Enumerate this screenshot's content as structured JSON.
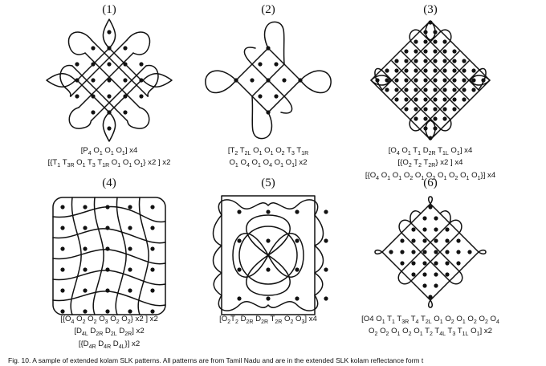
{
  "panels": [
    {
      "label": "(1)",
      "code": [
        [
          {
            "t": "[P"
          },
          {
            "s": "4"
          },
          {
            "t": " O"
          },
          {
            "s": "1"
          },
          {
            "t": " O"
          },
          {
            "s": "1"
          },
          {
            "t": " O"
          },
          {
            "s": "1"
          },
          {
            "t": "] x4"
          }
        ],
        [
          {
            "t": "[{T"
          },
          {
            "s": "1"
          },
          {
            "t": " T"
          },
          {
            "s": "3R"
          },
          {
            "t": " O"
          },
          {
            "s": "1"
          },
          {
            "t": " T"
          },
          {
            "s": "3"
          },
          {
            "t": " T"
          },
          {
            "s": "1R"
          },
          {
            "t": " O"
          },
          {
            "s": "1"
          },
          {
            "t": " O"
          },
          {
            "s": "1"
          },
          {
            "t": " O"
          },
          {
            "s": "1"
          },
          {
            "t": "} x2 ] x2"
          }
        ]
      ]
    },
    {
      "label": "(2)",
      "code": [
        [
          {
            "t": "[T"
          },
          {
            "s": "2"
          },
          {
            "t": " T"
          },
          {
            "s": "2L"
          },
          {
            "t": " O"
          },
          {
            "s": "1"
          },
          {
            "t": " O"
          },
          {
            "s": "1"
          },
          {
            "t": " O"
          },
          {
            "s": "2"
          },
          {
            "t": " T"
          },
          {
            "s": "3"
          },
          {
            "t": " T"
          },
          {
            "s": "1R"
          }
        ],
        [
          {
            "t": "O"
          },
          {
            "s": "1"
          },
          {
            "t": " O"
          },
          {
            "s": "4"
          },
          {
            "t": " O"
          },
          {
            "s": "1"
          },
          {
            "t": " O"
          },
          {
            "s": "4"
          },
          {
            "t": " O"
          },
          {
            "s": "1"
          },
          {
            "t": " O"
          },
          {
            "s": "1"
          },
          {
            "t": "] x2"
          }
        ]
      ]
    },
    {
      "label": "(3)",
      "code": [
        [
          {
            "t": "[O"
          },
          {
            "s": "4"
          },
          {
            "t": " O"
          },
          {
            "s": "1"
          },
          {
            "t": " T"
          },
          {
            "s": "1"
          },
          {
            "t": " D"
          },
          {
            "s": "2R"
          },
          {
            "t": " T"
          },
          {
            "s": "1L"
          },
          {
            "t": " O"
          },
          {
            "s": "1"
          },
          {
            "t": "] x4"
          }
        ],
        [
          {
            "t": "[{O"
          },
          {
            "s": "2"
          },
          {
            "t": " T"
          },
          {
            "s": "2"
          },
          {
            "t": " T"
          },
          {
            "s": "2R"
          },
          {
            "t": "} x2 ] x4"
          }
        ],
        [
          {
            "t": "[{O"
          },
          {
            "s": "4"
          },
          {
            "t": " O"
          },
          {
            "s": "1"
          },
          {
            "t": " O"
          },
          {
            "s": "1"
          },
          {
            "t": " O"
          },
          {
            "s": "2"
          },
          {
            "t": " O"
          },
          {
            "s": "1"
          },
          {
            "t": " O"
          },
          {
            "s": "2"
          },
          {
            "t": " O"
          },
          {
            "s": "1"
          },
          {
            "t": " O"
          },
          {
            "s": "2"
          },
          {
            "t": " O"
          },
          {
            "s": "1"
          },
          {
            "t": " O"
          },
          {
            "s": "1"
          },
          {
            "t": "}] x4"
          }
        ]
      ]
    },
    {
      "label": "(4)",
      "code": [
        [
          {
            "t": "[{O"
          },
          {
            "s": "4"
          },
          {
            "t": " O"
          },
          {
            "s": "2"
          },
          {
            "t": " O"
          },
          {
            "s": "2"
          },
          {
            "t": " O"
          },
          {
            "s": "3"
          },
          {
            "t": " O"
          },
          {
            "s": "2"
          },
          {
            "t": " O"
          },
          {
            "s": "2"
          },
          {
            "t": "} x2 ] x2"
          }
        ],
        [
          {
            "t": "[D"
          },
          {
            "s": "4L"
          },
          {
            "t": " D"
          },
          {
            "s": "2R"
          },
          {
            "t": " D"
          },
          {
            "s": "2L"
          },
          {
            "t": " D"
          },
          {
            "s": "2R"
          },
          {
            "t": "] x2"
          }
        ],
        [
          {
            "t": "[{D"
          },
          {
            "s": "4R"
          },
          {
            "t": " D"
          },
          {
            "s": "4R"
          },
          {
            "t": " D"
          },
          {
            "s": "4L"
          },
          {
            "t": "}] x2"
          }
        ]
      ]
    },
    {
      "label": "(5)",
      "code": [
        [
          {
            "t": "[O"
          },
          {
            "s": "2"
          },
          {
            "t": "T"
          },
          {
            "s": "2"
          },
          {
            "t": " D"
          },
          {
            "s": "2R"
          },
          {
            "t": " D"
          },
          {
            "s": "2R"
          },
          {
            "t": " T"
          },
          {
            "s": "2R"
          },
          {
            "t": " O"
          },
          {
            "s": "2"
          },
          {
            "t": " O"
          },
          {
            "s": "3"
          },
          {
            "t": "] x4"
          }
        ]
      ]
    },
    {
      "label": "(6)",
      "code": [
        [
          {
            "t": "[O4 O"
          },
          {
            "s": "1"
          },
          {
            "t": " T"
          },
          {
            "s": "1"
          },
          {
            "t": " T"
          },
          {
            "s": "3R"
          },
          {
            "t": " T"
          },
          {
            "s": "4"
          },
          {
            "t": " T"
          },
          {
            "s": "2L"
          },
          {
            "t": " O"
          },
          {
            "s": "1"
          },
          {
            "t": " O"
          },
          {
            "s": "2"
          },
          {
            "t": " O"
          },
          {
            "s": "1"
          },
          {
            "t": " O"
          },
          {
            "s": "2"
          },
          {
            "t": " O"
          },
          {
            "s": "2"
          },
          {
            "t": " O"
          },
          {
            "s": "4"
          }
        ],
        [
          {
            "t": "O"
          },
          {
            "s": "2"
          },
          {
            "t": " O"
          },
          {
            "s": "2"
          },
          {
            "t": " O"
          },
          {
            "s": "1"
          },
          {
            "t": " O"
          },
          {
            "s": "2"
          },
          {
            "t": " O"
          },
          {
            "s": "1"
          },
          {
            "t": " T"
          },
          {
            "s": "2"
          },
          {
            "t": " T"
          },
          {
            "s": "4L"
          },
          {
            "t": " T"
          },
          {
            "s": "3"
          },
          {
            "t": " T"
          },
          {
            "s": "1L"
          },
          {
            "t": " O"
          },
          {
            "s": "1"
          },
          {
            "t": "] x2"
          }
        ]
      ]
    }
  ],
  "caption": "Fig. 10.  A sample of extended kolam SLK patterns. All patterns are from Tamil Nadu and are in the extended SLK kolam reflectance form t"
}
